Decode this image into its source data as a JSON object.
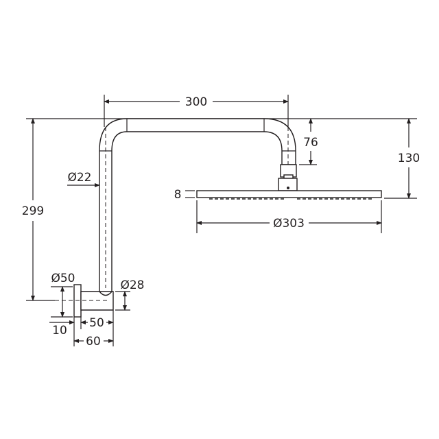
{
  "dimensions": {
    "arm_length": "300",
    "total_height": "299",
    "drop_height": "130",
    "arm_drop": "76",
    "head_thickness": "8",
    "head_diameter": "Ø303",
    "pipe_diameter": "Ø22",
    "flange_diameter": "Ø50",
    "body_diameter": "Ø28",
    "flange_thickness": "10",
    "body_length": "50",
    "wall_projection": "60"
  }
}
